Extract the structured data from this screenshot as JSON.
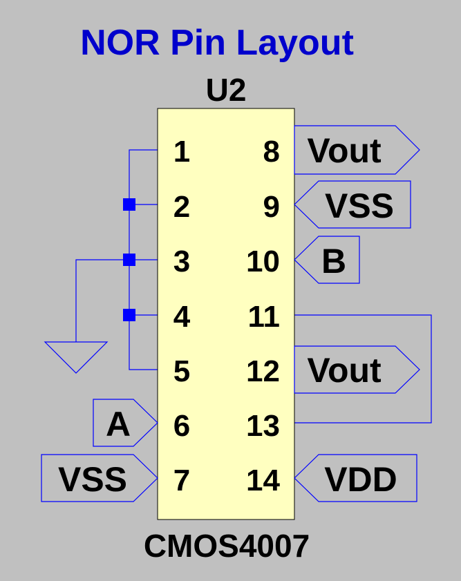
{
  "title": "NOR Pin Layout",
  "part_ref": "U2",
  "part_name": "CMOS4007",
  "pins_left": [
    "1",
    "2",
    "3",
    "4",
    "5",
    "6",
    "7"
  ],
  "pins_right": [
    "8",
    "9",
    "10",
    "11",
    "12",
    "13",
    "14"
  ],
  "labels": {
    "pin8": "Vout",
    "pin9": "VSS",
    "pin10": "B",
    "pin12": "Vout",
    "pin6": "A",
    "pin7": "VSS",
    "pin14": "VDD"
  },
  "colors": {
    "background": "#c0c0c0",
    "title": "#0000cc",
    "wire": "#0000ff",
    "chip_fill": "#ffffc0",
    "text": "#000000"
  }
}
